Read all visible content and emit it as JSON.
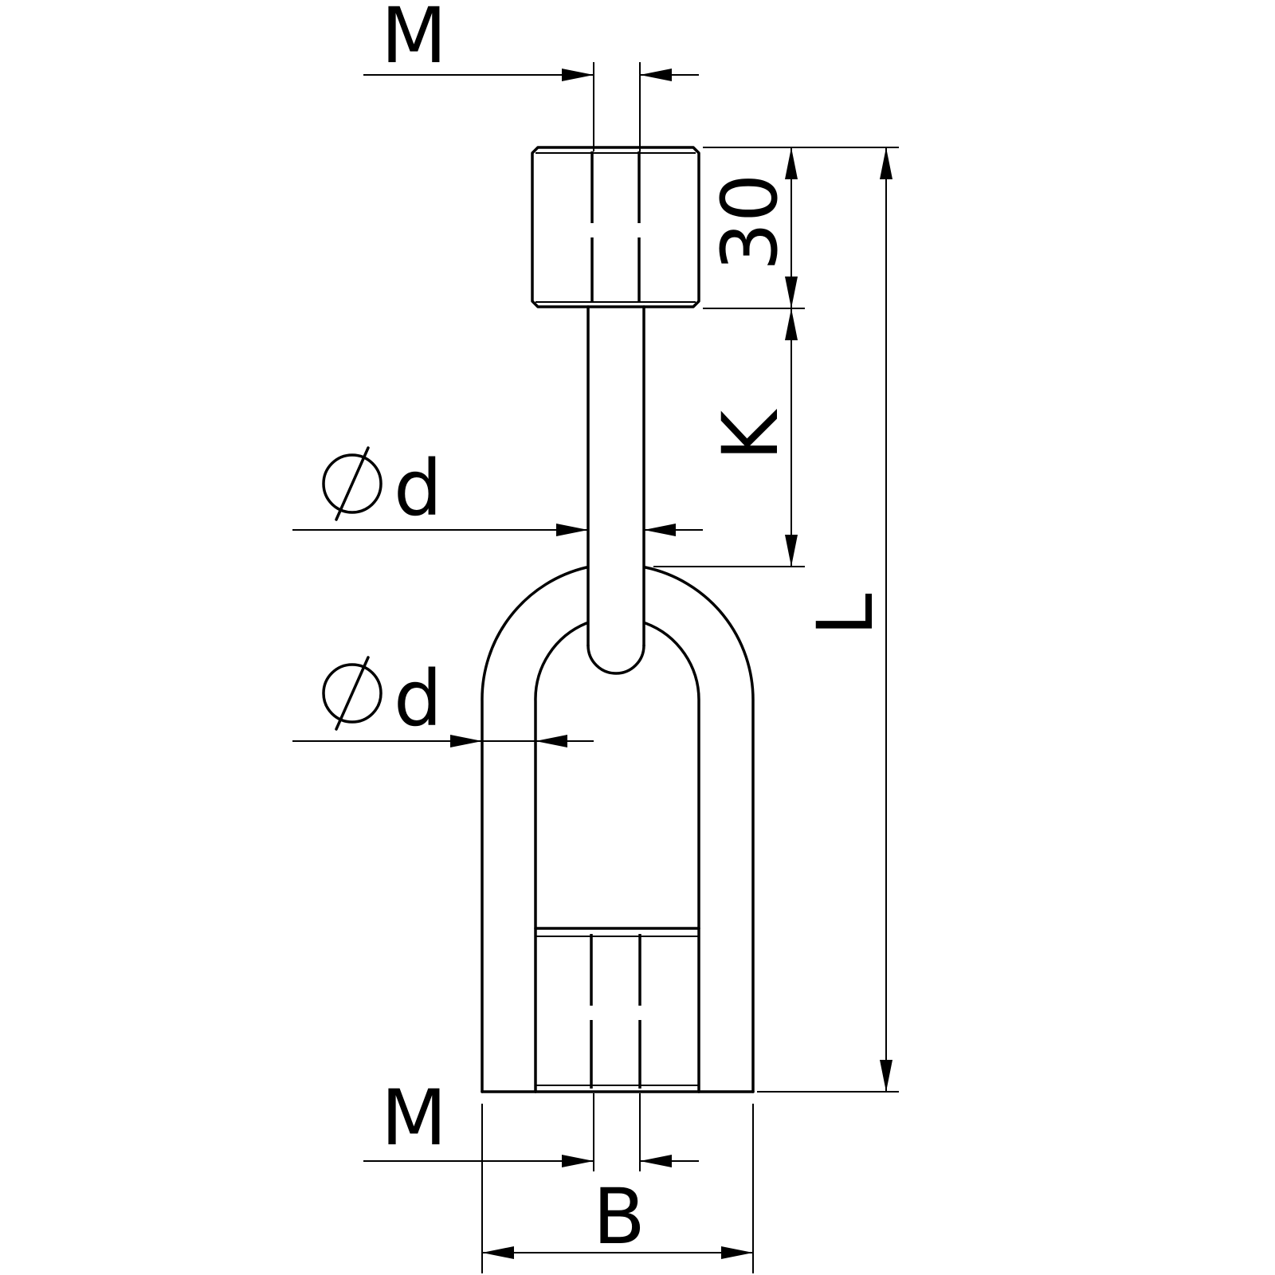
{
  "labels": {
    "thread_top": "M",
    "thread_bottom": "M",
    "diameter_upper": "d",
    "diameter_lower": "d",
    "thread_length": "30",
    "height_k": "K",
    "overall_length": "L",
    "width": "B"
  },
  "symbols": {
    "diameter": "diameter-symbol"
  }
}
